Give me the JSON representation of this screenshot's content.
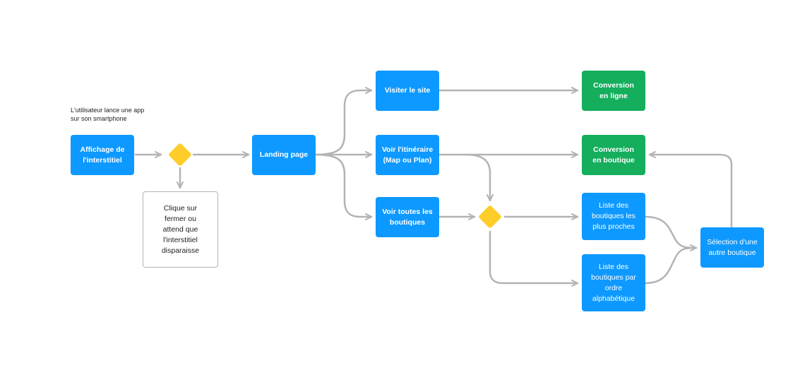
{
  "colors": {
    "process": "#0d99ff",
    "conversion": "#14ae5c",
    "decision": "#ffcd29",
    "connector": "#b3b3b3"
  },
  "note": {
    "text": "L'utilisateur lance une app\nsur son smartphone"
  },
  "nodes": {
    "affichage": "Affichage de\nl'interstitiel",
    "clique": "Clique sur\nfermer ou\nattend que\nl'interstitiel\ndisparaisse",
    "landing": "Landing page",
    "visiter": "Visiter le site",
    "itineraire": "Voir l'itinéraire\n(Map ou Plan)",
    "toutes": "Voir toutes les\nboutiques",
    "conv_ligne": "Conversion\nen ligne",
    "conv_boutique": "Conversion\nen boutique",
    "liste_proches": "Liste des\nboutiques les\nplus proches",
    "liste_alpha": "Liste des\nboutiques par\nordre\nalphabétique",
    "selection": "Sélection d'une\nautre boutique"
  }
}
